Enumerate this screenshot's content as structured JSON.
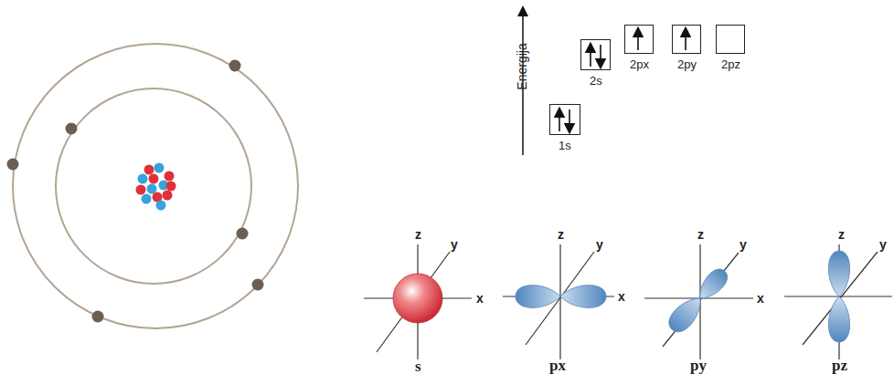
{
  "diagram": {
    "nodes": [
      {
        "text": [
          "1s"
        ]
      },
      {
        "text": [
          "2s"
        ]
      },
      {
        "text": [
          "2px"
        ]
      },
      {
        "text": [
          "2py"
        ]
      },
      {
        "text": [
          "2pz"
        ]
      }
    ],
    "labels": [
      "Energija",
      "z",
      "y",
      "x",
      "s",
      "z",
      "y",
      "x",
      "px",
      "z",
      "y",
      "x",
      "py",
      "z",
      "y",
      "pz"
    ]
  }
}
